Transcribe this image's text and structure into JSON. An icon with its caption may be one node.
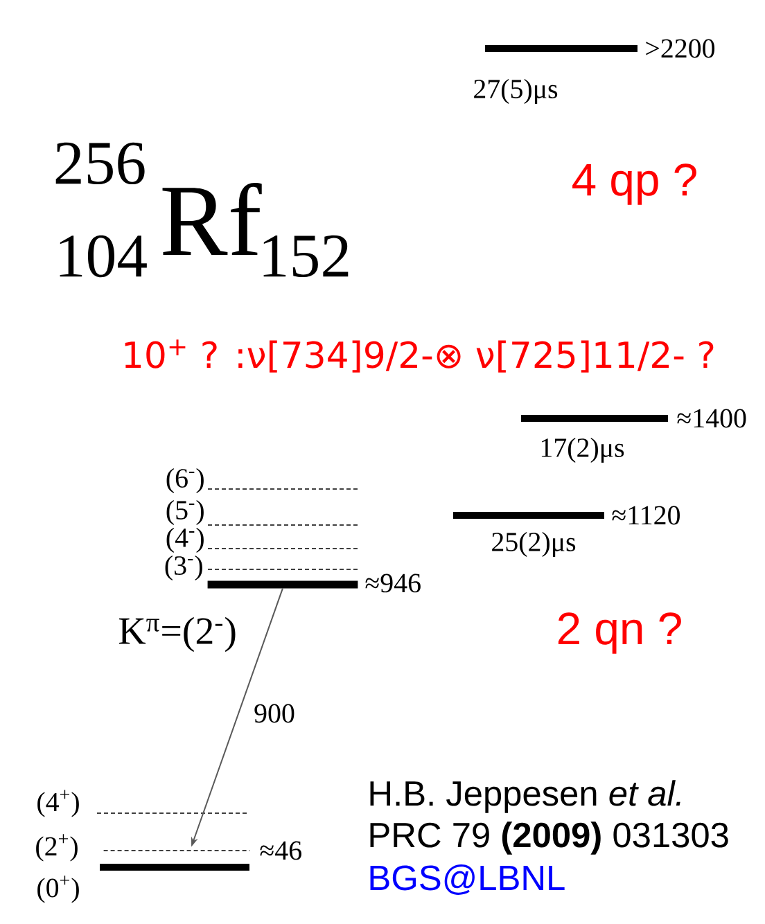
{
  "diagram": {
    "nodes": [
      {
        "text": [],
        "shape": "bar",
        "beside": [
          "(3$^{-}$)",
          "≈946"
        ]
      },
      {
        "text": [],
        "shape": "line",
        "beside": [
          "(2$^{+}$)",
          "≈46"
        ]
      }
    ],
    "edges": [
      {
        "from": 0,
        "to": 1,
        "arrow": "to",
        "label": "900"
      }
    ],
    "labels": [
      ">2200",
      "27(5)μs",
      "256",
      "4 qp ?",
      "Rf",
      "104",
      "152",
      "10$^{+}$ ? :ν[734]9/2-⊗ ν[725]11/2- ?",
      "≈1400",
      "17(2)μs",
      "≈1120",
      "25(2)μs",
      "(6$^{-}$)",
      "(5$^{-}$)",
      "(4$^{-}$)",
      "K$^{π}$=(2$^{-}$)",
      "2 qn ?",
      "(4$^{+}$)",
      "H.B. Jeppesen *et al.*",
      "PRC 79 **(2009)** 031303",
      "(0$^{+}$)",
      "BGS@LBNL"
    ]
  }
}
